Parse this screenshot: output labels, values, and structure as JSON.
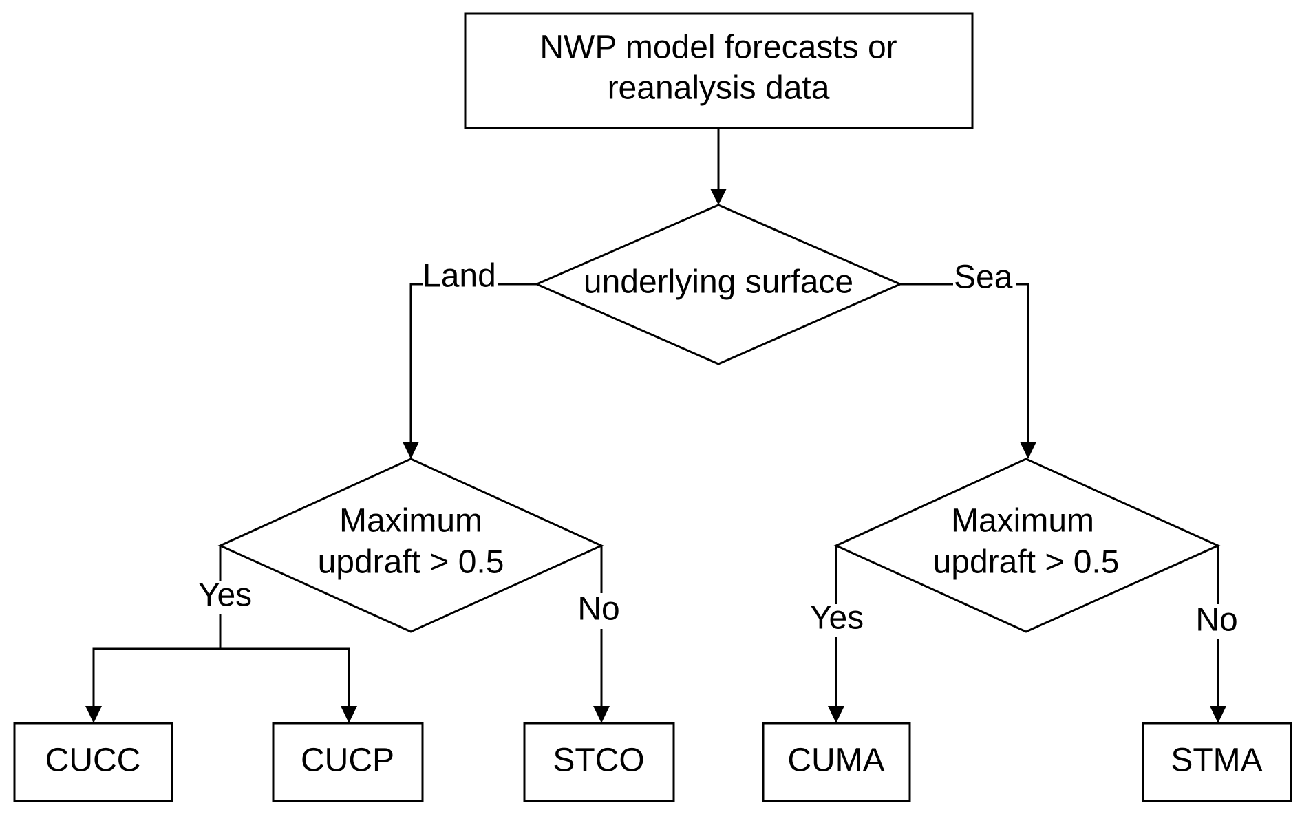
{
  "nodes": {
    "source": {
      "line1": "NWP model forecasts or",
      "line2": "reanalysis data"
    },
    "surface_decision": {
      "text": "underlying surface"
    },
    "land_decision": {
      "line1": "Maximum",
      "line2": "updraft > 0.5"
    },
    "sea_decision": {
      "line1": "Maximum",
      "line2": "updraft > 0.5"
    },
    "outputs": {
      "cucc": "CUCC",
      "cucp": "CUCP",
      "stco": "STCO",
      "cuma": "CUMA",
      "stma": "STMA"
    }
  },
  "edge_labels": {
    "land": "Land",
    "sea": "Sea",
    "land_yes": "Yes",
    "land_no": "No",
    "sea_yes": "Yes",
    "sea_no": "No"
  }
}
